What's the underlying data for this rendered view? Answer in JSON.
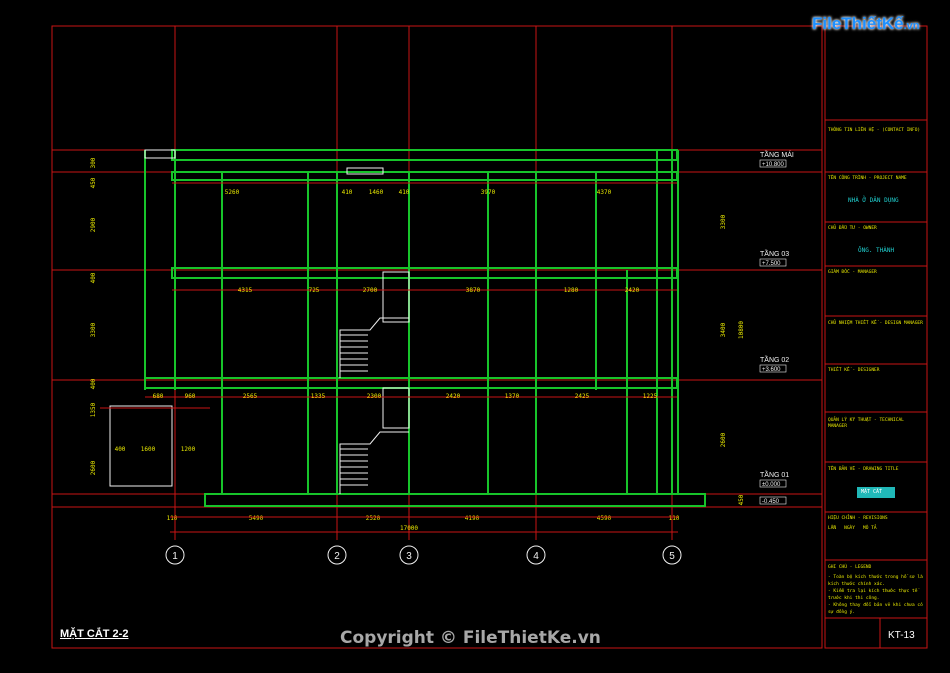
{
  "logo": {
    "text": "FileThiếtKế",
    "suffix": ".vn"
  },
  "copyright": "Copyright © FileThietKe.vn",
  "title": "MẶT CẮT 2-2",
  "sheet_no": "KT-13",
  "levels": [
    {
      "name": "TẦNG MÁI",
      "elev": "+10.800"
    },
    {
      "name": "TẦNG 03",
      "elev": "+7.500"
    },
    {
      "name": "TẦNG 02",
      "elev": "+3.600"
    },
    {
      "name": "TẦNG 01",
      "elev": "±0.000"
    },
    {
      "name": "",
      "elev": "-0.450"
    }
  ],
  "axes": [
    "1",
    "2",
    "3",
    "4",
    "5"
  ],
  "bottom_dims": [
    "110",
    "5490",
    "2520",
    "4190",
    "4590",
    "110"
  ],
  "total_dim": "17000",
  "roof_dims": [
    "5260",
    "410",
    "1460",
    "410",
    "3970",
    "4370"
  ],
  "floor3_dims": [
    "4315",
    "725",
    "2700",
    "3870",
    "1280",
    "2420"
  ],
  "floor2_dims": [
    "680",
    "960",
    "2565",
    "1335",
    "2300",
    "2420",
    "1370",
    "2425",
    "1225"
  ],
  "ground_dims": [
    "400",
    "1600",
    "1200"
  ],
  "left_dims": [
    "300",
    "450",
    "2900",
    "400",
    "3300",
    "400",
    "1350",
    "2600"
  ],
  "right_dims": [
    "3300",
    "3400",
    "10800",
    "2600",
    "450"
  ],
  "title_block": {
    "contact": "THÔNG TIN LIÊN HỆ - (CONTACT INFO)",
    "project_label": "TÊN CÔNG TRÌNH - PROJECT NAME",
    "project_name": "NHÀ Ở DÂN DỤNG",
    "owner_label": "CHỦ ĐẦU TƯ - OWNER",
    "owner_name": "ÔNG. THÀNH",
    "director": "GIÁM ĐỐC - MANAGER",
    "design_lead": "CHỦ NHIỆM THIẾT KẾ - DESIGN MANAGER",
    "designer": "THIẾT KẾ - DESIGNER",
    "tech": "QUẢN LÝ KỸ THUẬT - TECHNICAL MANAGER",
    "drawing_label": "TÊN BẢN VẼ - DRAWING TITLE",
    "drawing_name": "MẶT CẮT",
    "revision": "HIỆU CHỈNH - REVISIONS",
    "rev_cols": [
      "LẦN",
      "NGÀY",
      "MÔ TẢ"
    ],
    "notes_label": "GHI CHÚ - LEGEND",
    "notes": [
      "- Toàn bộ kích thước trong hồ sơ là kích thước chính xác.",
      "- Kiểm tra lại kích thước thực tế trước khi thi công.",
      "- Không thay đổi bản vẽ khi chưa có sự đồng ý."
    ]
  },
  "colors": {
    "frame": "#d01818",
    "structure": "#17c42a",
    "text": "#e8e800",
    "white": "#f0f0f0",
    "grid": "#c81414"
  }
}
